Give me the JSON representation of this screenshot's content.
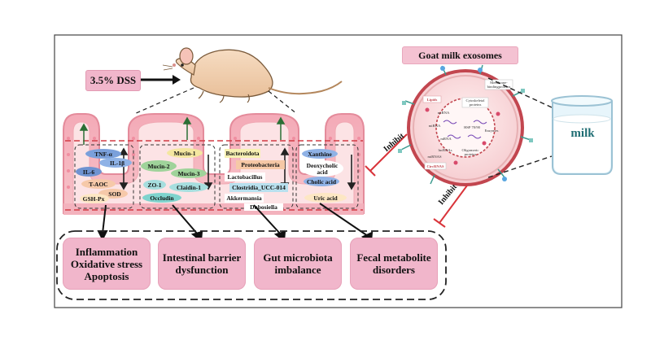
{
  "treatment": {
    "dss_label": "3.5% DSS"
  },
  "exosome": {
    "title": "Goat milk exosomes",
    "beaker_label": "milk",
    "inhibit_upper": "Inhibit",
    "inhibit_lower": "Inhibit",
    "cargo": {
      "lipids": "Lipids",
      "membrane_proteins": "Membrane-\nbindingproteins",
      "cytoskeletal": "Cytoskeletal\nproteins",
      "hsp": "HSP 70/90",
      "enzymes": "Enzymes",
      "mirna": "miRNA",
      "mrna": "mRNA",
      "rna_small": "miRNA",
      "lncrna": "lncRNAs",
      "mirnas2": "miRNAS",
      "circrna": "CircRNAS",
      "oligo": "Oligomeric\nproteins"
    }
  },
  "markers": {
    "inflammation": [
      "TNF-α",
      "IL-1β",
      "IL-6",
      "T-AOC",
      "SOD",
      "GSH-Px"
    ],
    "barrier": [
      "Mucin-1",
      "Mucin-2",
      "Mucin-3",
      "ZO-1",
      "Claidin-1",
      "Occludin"
    ],
    "microbiota": [
      "Bacteroidota",
      "Proteobacteria",
      "Lactobacillus",
      "Clostridia_UCC-014",
      "Akkermansia",
      "Dubosiella"
    ],
    "metabolites": [
      "Xanthine",
      "Deoxycholic acid",
      "Cholic acid",
      "Uric acid"
    ]
  },
  "outcomes": [
    {
      "line1": "Inflammation",
      "line2": "Oxidative stress",
      "line3": "Apoptosis"
    },
    {
      "line1": "Intestinal barrier",
      "line2": "dysfunction",
      "line3": ""
    },
    {
      "line1": "Gut microbiota",
      "line2": "imbalance",
      "line3": ""
    },
    {
      "line1": "Fecal metabolite",
      "line2": "disorders",
      "line3": ""
    }
  ],
  "colors": {
    "pink_box": "#f1b6cb",
    "villus": "#f2a6b4",
    "villus_light": "#fbd8dc",
    "inhibit_red": "#d9343a",
    "exosome_ring": "#c2464f"
  }
}
